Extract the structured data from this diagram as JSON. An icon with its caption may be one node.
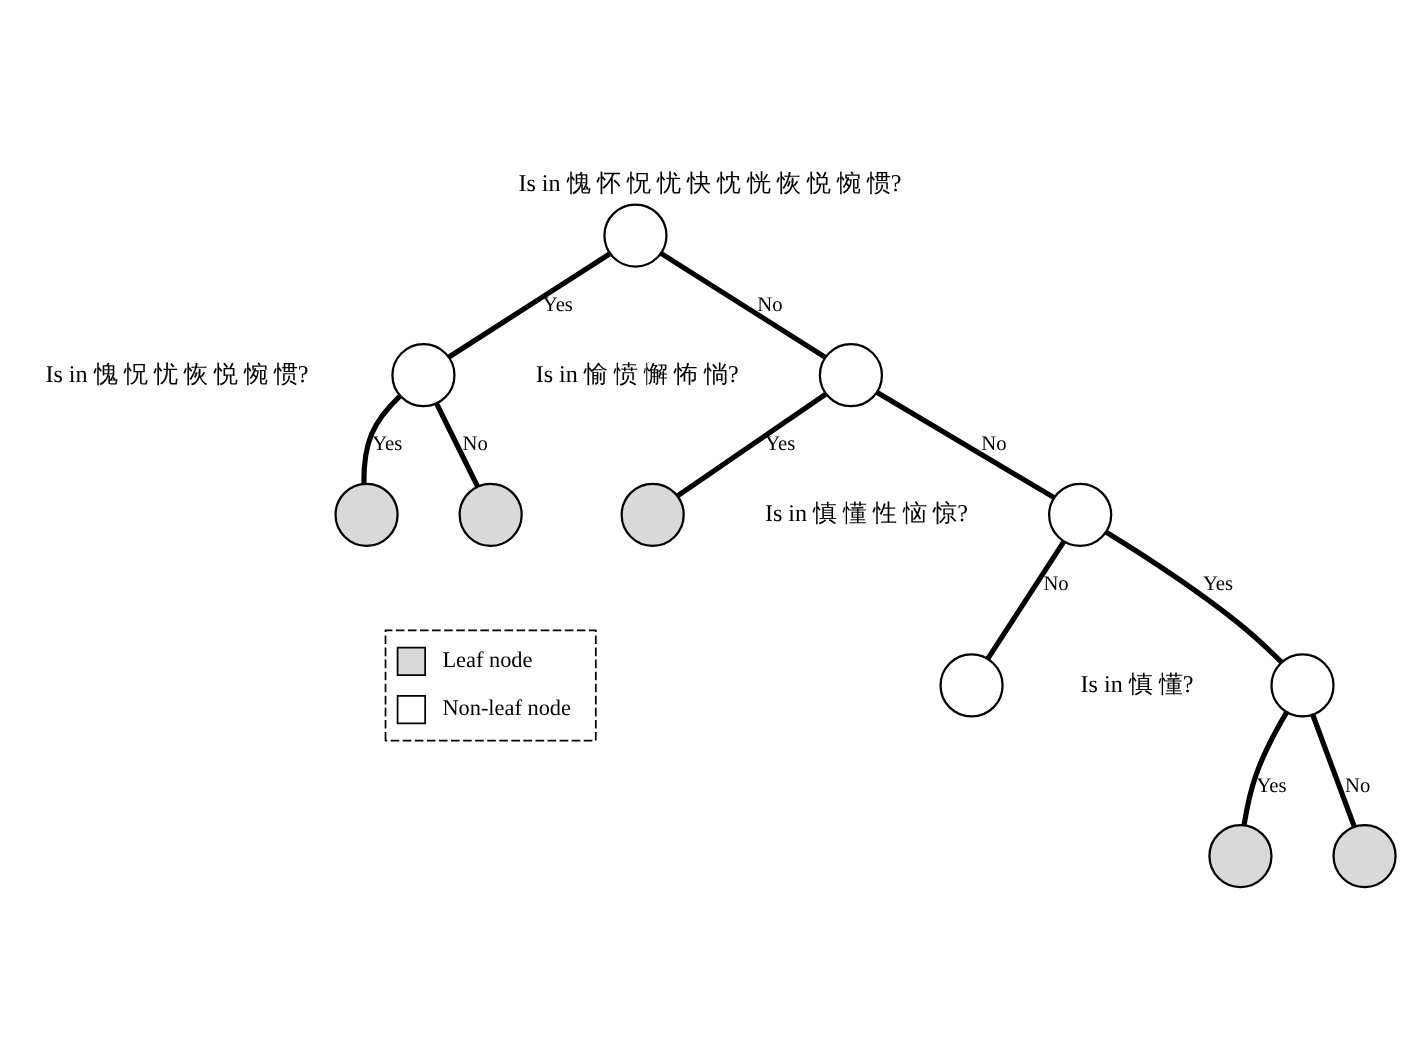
{
  "diagram": {
    "title": "Is in 愧 怀 怳 忧 快 忱 恍 恢 悦 惋 惯?",
    "nodes": [
      {
        "text": [],
        "shape": "circle"
      },
      {
        "text": [],
        "shape": "circle",
        "beside": [
          "Is in 愧 怳 忧 恢 悦 惋 惯?"
        ]
      },
      {
        "text": [],
        "shape": "circle",
        "beside": [
          "Is in 愉 愤 懈 怖 惝?"
        ]
      },
      {
        "text": [],
        "shape": "circle"
      },
      {
        "text": [],
        "shape": "circle"
      },
      {
        "text": [],
        "shape": "circle"
      },
      {
        "text": [],
        "shape": "circle",
        "beside": [
          "Is in 慎 懂 性 恼 惊?"
        ]
      },
      {
        "text": [],
        "shape": "circle",
        "beside": [
          "Is in 慎 懂?"
        ]
      },
      {
        "text": [],
        "shape": "circle"
      },
      {
        "text": [],
        "shape": "circle"
      },
      {
        "text": [],
        "shape": "circle"
      }
    ],
    "edges": [
      {
        "from": 0,
        "to": 1,
        "arrow": "none",
        "label": "Yes"
      },
      {
        "from": 0,
        "to": 2,
        "arrow": "none",
        "label": "No"
      },
      {
        "from": 1,
        "to": 3,
        "arrow": "none",
        "label": "Yes"
      },
      {
        "from": 1,
        "to": 4,
        "arrow": "none",
        "label": "No"
      },
      {
        "from": 2,
        "to": 5,
        "arrow": "none",
        "label": "Yes"
      },
      {
        "from": 2,
        "to": 6,
        "arrow": "none",
        "label": "No"
      },
      {
        "from": 6,
        "to": 7,
        "arrow": "none",
        "label": "Yes"
      },
      {
        "from": 6,
        "to": 8,
        "arrow": "none",
        "label": "No"
      },
      {
        "from": 7,
        "to": 9,
        "arrow": "none",
        "label": "Yes"
      },
      {
        "from": 7,
        "to": 10,
        "arrow": "none",
        "label": "No"
      }
    ],
    "legend": [
      {
        "text": "Leaf node",
        "color": "#d9d9d9"
      },
      {
        "text": "Non-leaf node",
        "color": "#ffffff"
      }
    ]
  }
}
